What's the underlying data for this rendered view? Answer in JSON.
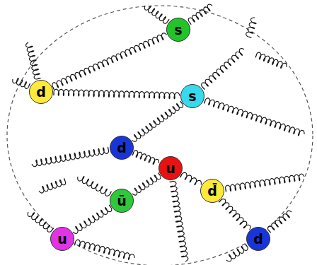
{
  "diagram": {
    "nodes": [
      {
        "text": [
          "s"
        ]
      },
      {
        "text": [
          "d"
        ]
      },
      {
        "text": [
          "s"
        ]
      },
      {
        "text": [
          "d"
        ]
      },
      {
        "text": [
          "u"
        ]
      },
      {
        "text": [
          "d̄"
        ]
      },
      {
        "text": [
          "ū"
        ]
      },
      {
        "text": [
          "u"
        ]
      },
      {
        "text": [
          "d"
        ]
      }
    ],
    "edges": [
      {
        "from": 1,
        "to": 0,
        "arrow": "none"
      },
      {
        "from": 1,
        "to": 2,
        "arrow": "none"
      },
      {
        "from": 2,
        "to": 3,
        "arrow": "none"
      },
      {
        "from": 3,
        "to": 4,
        "arrow": "none"
      },
      {
        "from": 4,
        "to": 5,
        "arrow": "none"
      },
      {
        "from": 5,
        "to": 8,
        "arrow": "none"
      },
      {
        "from": 6,
        "to": 7,
        "arrow": "none"
      },
      {
        "from": 4,
        "to": 6,
        "arrow": "none"
      }
    ]
  }
}
